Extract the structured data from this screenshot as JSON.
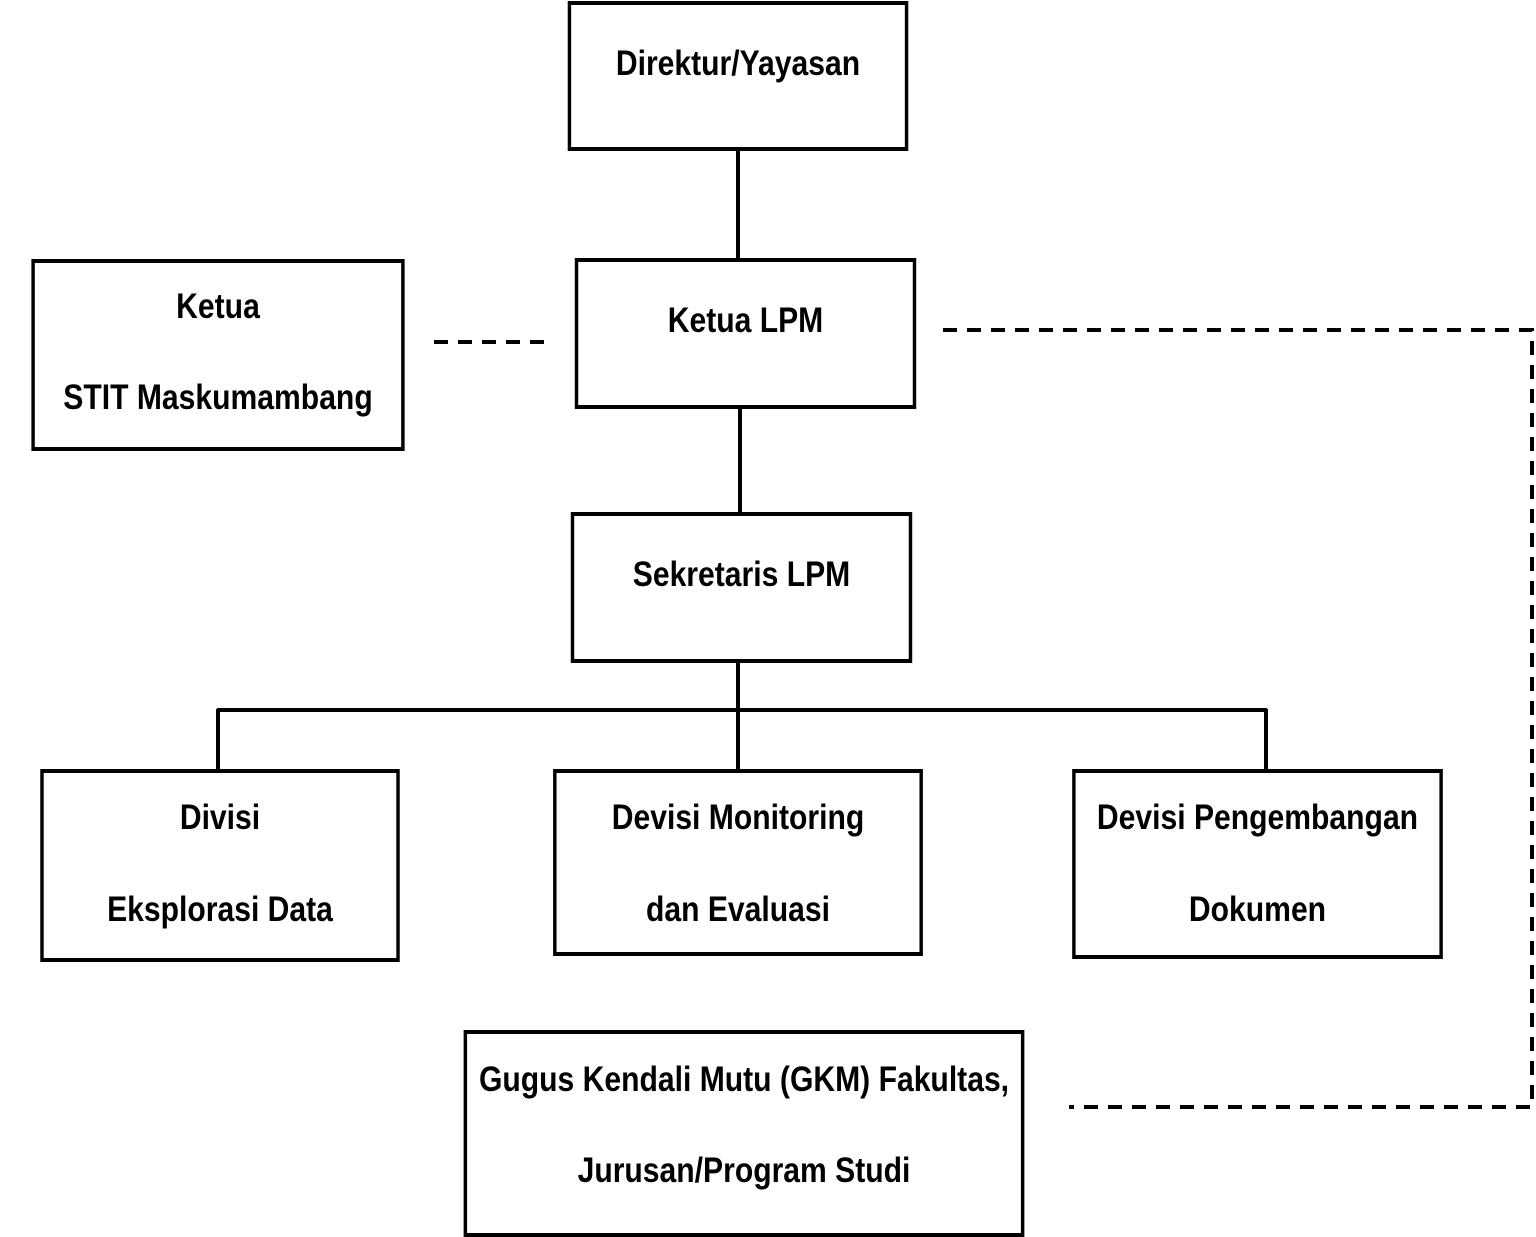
{
  "diagram": {
    "nodes": {
      "direktur": {
        "label": "Direktur/Yayasan"
      },
      "ketua_stit": {
        "line1": "Ketua",
        "line2": "STIT Maskumambang"
      },
      "ketua_lpm": {
        "label": "Ketua LPM"
      },
      "sekretaris": {
        "label": "Sekretaris LPM"
      },
      "divisi_eksplorasi": {
        "line1": "Divisi",
        "line2": "Eksplorasi Data"
      },
      "divisi_monev": {
        "line1": "Devisi Monitoring",
        "line2": "dan Evaluasi"
      },
      "divisi_dokumen": {
        "line1": "Devisi Pengembangan",
        "line2": "Dokumen"
      },
      "gkm": {
        "line1": "Gugus Kendali Mutu (GKM) Fakultas,",
        "line2": "Jurusan/Program Studi"
      }
    },
    "edges": [
      {
        "from": "direktur",
        "to": "ketua_lpm",
        "style": "solid"
      },
      {
        "from": "ketua_lpm",
        "to": "sekretaris",
        "style": "solid"
      },
      {
        "from": "sekretaris",
        "to": "divisi_eksplorasi",
        "style": "solid"
      },
      {
        "from": "sekretaris",
        "to": "divisi_monev",
        "style": "solid"
      },
      {
        "from": "sekretaris",
        "to": "divisi_dokumen",
        "style": "solid"
      },
      {
        "from": "ketua_stit",
        "to": "ketua_lpm",
        "style": "dashed"
      },
      {
        "from": "ketua_lpm",
        "to": "gkm",
        "style": "dashed"
      }
    ],
    "colors": {
      "stroke": "#000000",
      "fill": "#ffffff",
      "text": "#000000"
    }
  }
}
